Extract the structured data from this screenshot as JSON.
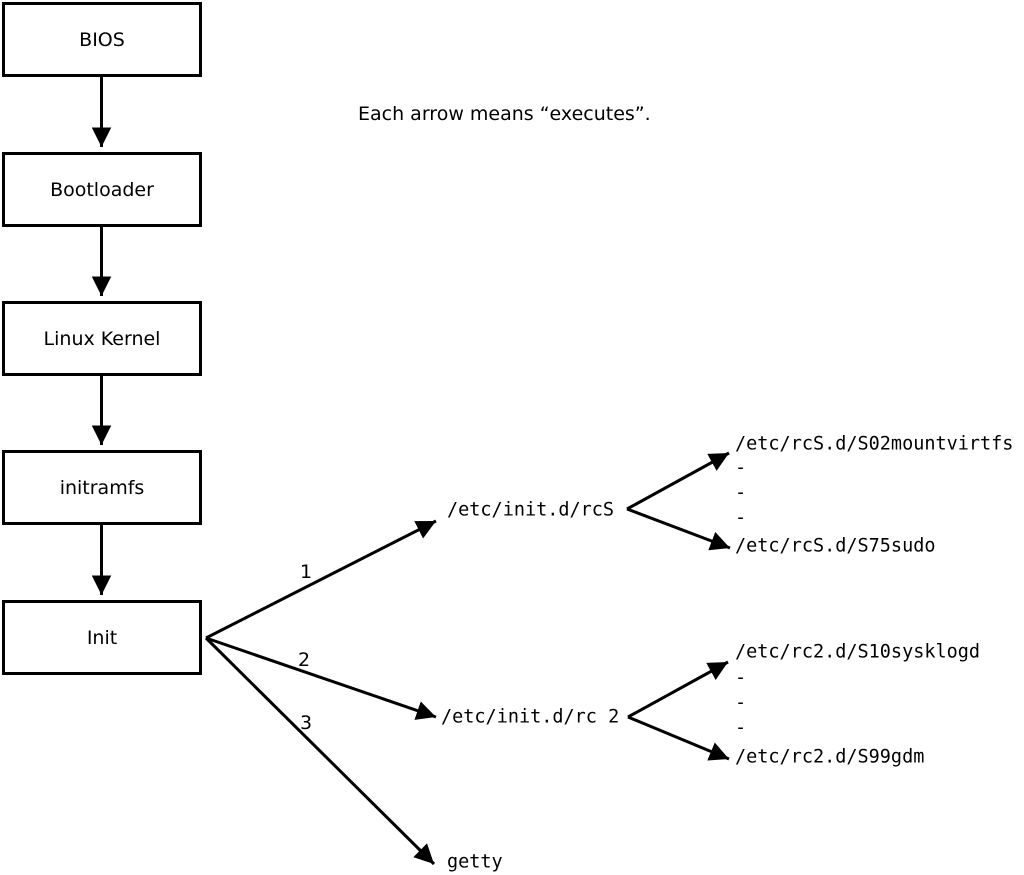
{
  "diagram": {
    "note": "Each arrow means “executes”.",
    "chain": [
      {
        "label": "BIOS"
      },
      {
        "label": "Bootloader"
      },
      {
        "label": "Linux Kernel"
      },
      {
        "label": "initramfs"
      },
      {
        "label": "Init"
      }
    ],
    "branches": [
      {
        "order": "1",
        "target": "/etc/init.d/rcS",
        "children": [
          "/etc/rcS.d/S02mountvirtfs",
          "-",
          "-",
          "-",
          "/etc/rcS.d/S75sudo"
        ]
      },
      {
        "order": "2",
        "target": "/etc/init.d/rc 2",
        "children": [
          "/etc/rc2.d/S10sysklogd",
          "-",
          "-",
          "-",
          "/etc/rc2.d/S99gdm"
        ]
      },
      {
        "order": "3",
        "target": "getty",
        "children": []
      }
    ],
    "colors": {
      "line": "#000000",
      "text": "#000000",
      "box_fill": "#ffffff",
      "background": "#ffffff"
    }
  }
}
